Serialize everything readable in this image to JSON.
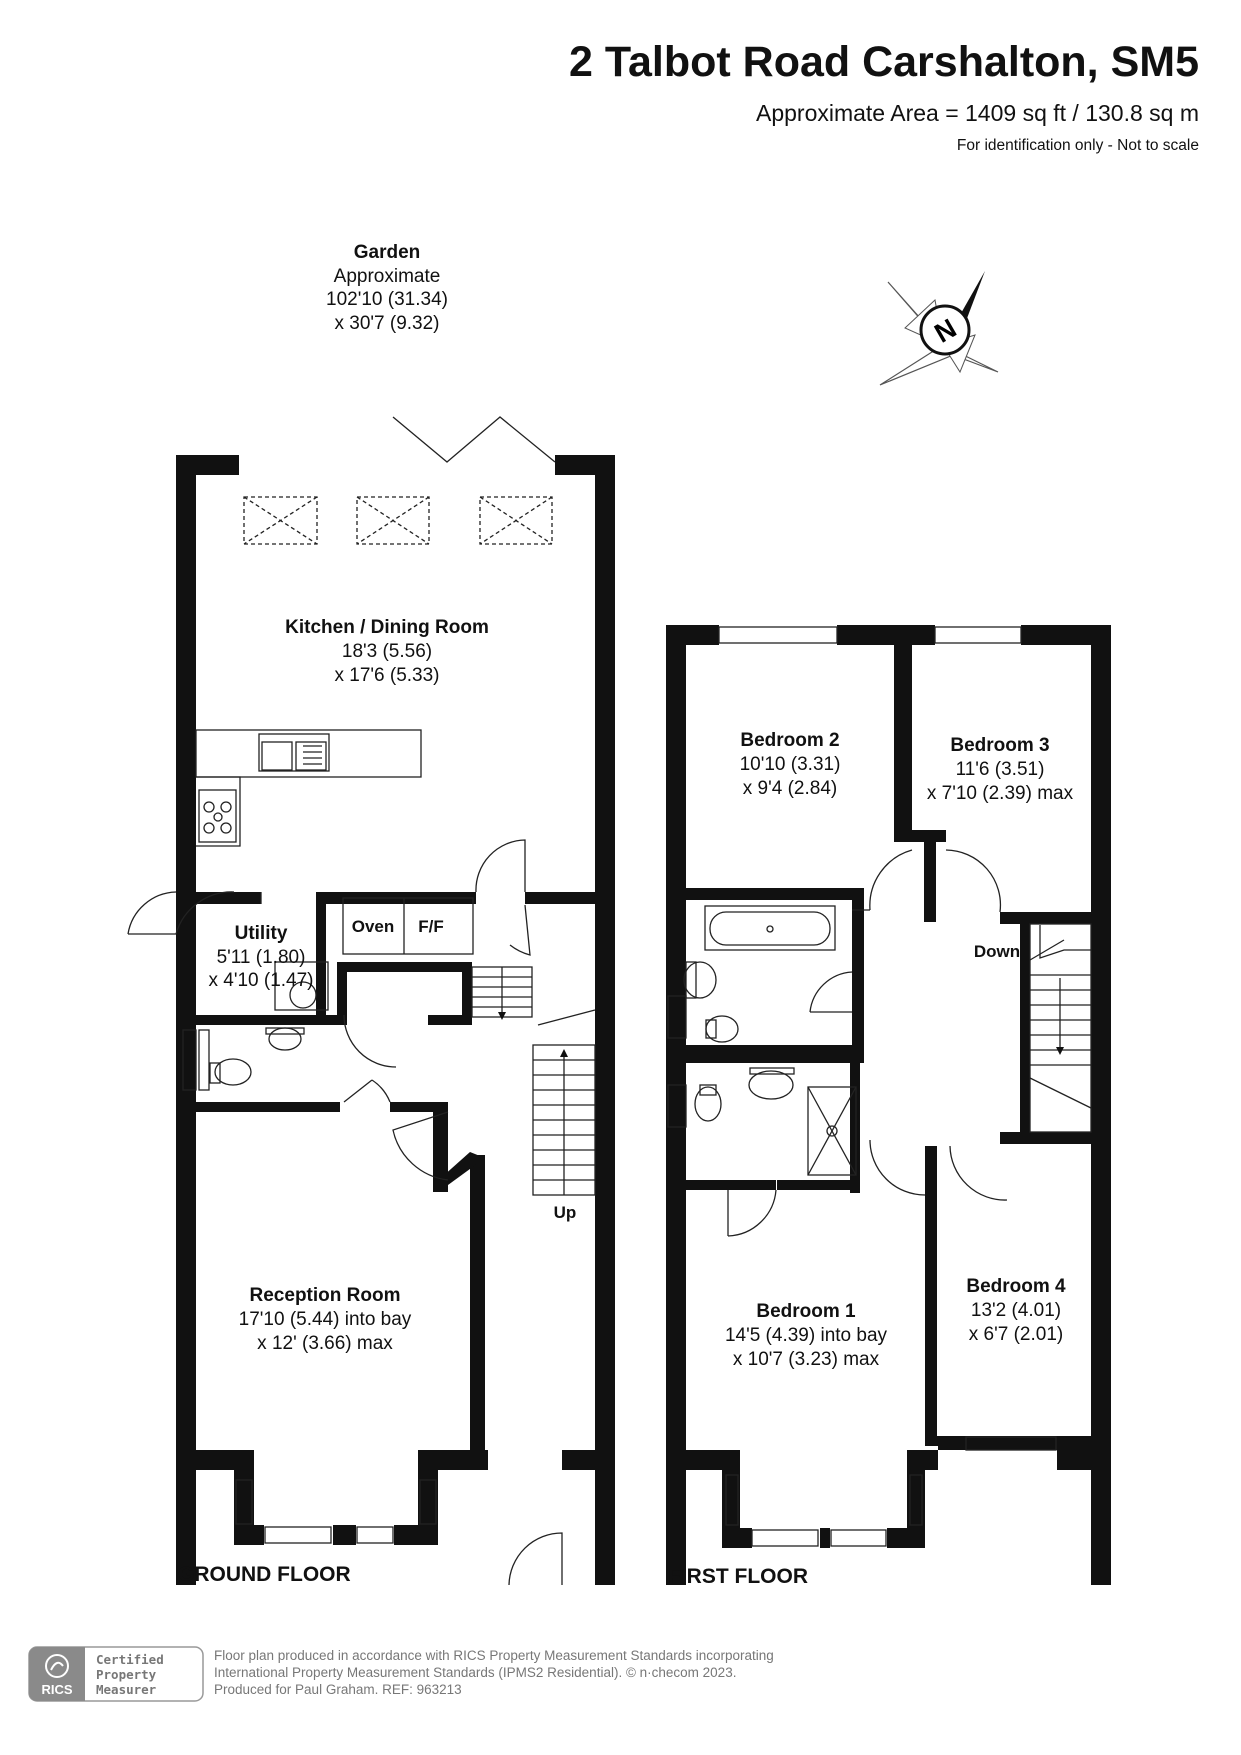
{
  "header": {
    "title": "2 Talbot Road Carshalton, SM5",
    "area": "Approximate Area = 1409 sq ft / 130.8 sq m",
    "note": "For identification only - Not to scale"
  },
  "garden": {
    "name": "Garden",
    "line1": "Approximate",
    "line2": "102'10 (31.34)",
    "line3": "x 30'7 (9.32)"
  },
  "compass": {
    "letter": "N"
  },
  "ground_floor": {
    "label": "GROUND FLOOR",
    "kitchen": {
      "name": "Kitchen / Dining Room",
      "dim1": "18'3 (5.56)",
      "dim2": "x 17'6 (5.33)"
    },
    "utility": {
      "name": "Utility",
      "dim1": "5'11 (1.80)",
      "dim2": "x 4'10 (1.47)"
    },
    "oven": "Oven",
    "ff": "F/F",
    "reception": {
      "name": "Reception Room",
      "dim1": "17'10 (5.44) into bay",
      "dim2": "x 12' (3.66) max"
    },
    "stairs": "Up"
  },
  "first_floor": {
    "label": "FIRST FLOOR",
    "bedroom1": {
      "name": "Bedroom 1",
      "dim1": "14'5 (4.39) into bay",
      "dim2": "x 10'7 (3.23) max"
    },
    "bedroom2": {
      "name": "Bedroom 2",
      "dim1": "10'10 (3.31)",
      "dim2": "x 9'4 (2.84)"
    },
    "bedroom3": {
      "name": "Bedroom 3",
      "dim1": "11'6 (3.51)",
      "dim2": "x 7'10 (2.39) max"
    },
    "bedroom4": {
      "name": "Bedroom 4",
      "dim1": "13'2 (4.01)",
      "dim2": "x 6'7 (2.01)"
    },
    "stairs": "Down"
  },
  "footer": {
    "badge_line1": "Certified",
    "badge_line2": "Property",
    "badge_line3": "Measurer",
    "badge_logo": "RICS",
    "line1": "Floor plan produced in accordance with RICS Property Measurement Standards incorporating",
    "line2": "International Property Measurement Standards (IPMS2 Residential).   © n·checom 2023.",
    "line3": "Produced for Paul Graham.   REF:  963213"
  }
}
